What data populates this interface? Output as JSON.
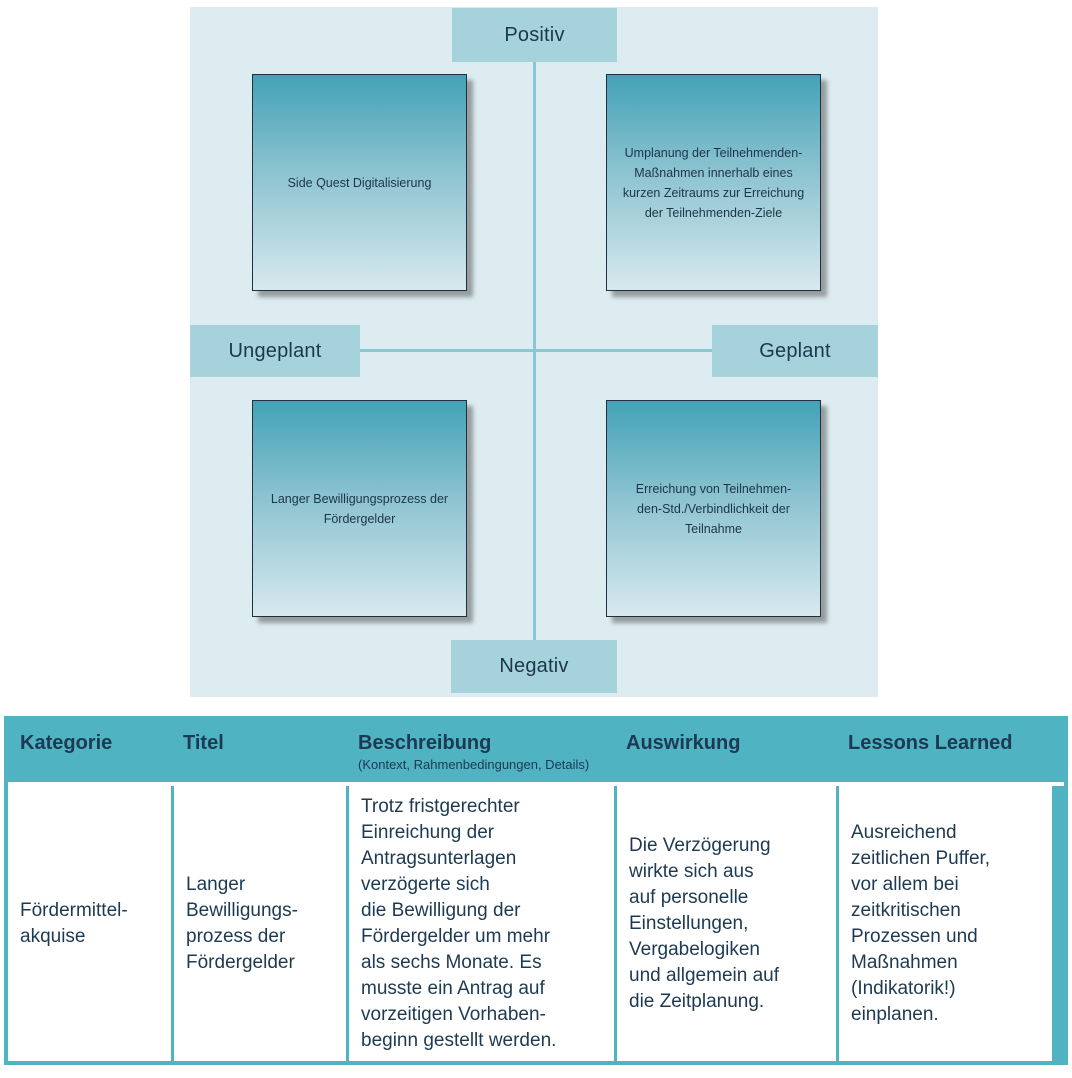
{
  "diagram": {
    "axes": {
      "top": "Positiv",
      "bottom": "Negativ",
      "left": "Ungeplant",
      "right": "Geplant"
    },
    "cards": {
      "top_left": "Side Quest Digitalisierung",
      "top_right": "Umplanung der Teilnehmenden-\nMaßnahmen innerhalb eines\nkurzen Zeitraums zur Erreichung\nder Teilnehmenden-Ziele",
      "bottom_left": "Langer Bewilligungsprozess der\nFördergelder",
      "bottom_right": "Erreichung von Teilnehmen-\nden-Std./Verbindlichkeit der\nTeilnahme"
    }
  },
  "table": {
    "headers": {
      "kategorie": "Kategorie",
      "titel": "Titel",
      "beschreibung": "Beschreibung",
      "beschreibung_sub": "(Kontext, Rahmenbedingungen, Details)",
      "auswirkung": "Auswirkung",
      "lessons": "Lessons Learned"
    },
    "rows": [
      {
        "kategorie": "Fördermittel-\nakquise",
        "titel": "Langer\nBewilligungs-\nprozess der\nFördergelder",
        "beschreibung": "Trotz fristgerechter\nEinreichung der\nAntragsunterlagen\nverzögerte sich\ndie Bewilligung der\nFördergelder um mehr\nals sechs Monate. Es\nmusste ein Antrag auf\nvorzeitigen Vorhaben-\nbeginn gestellt werden.",
        "auswirkung": "Die Verzögerung\nwirkte sich aus\nauf personelle\nEinstellungen,\nVergabelogiken\nund allgemein auf\ndie Zeitplanung.",
        "lessons": "Ausreichend\nzeitlichen Puffer,\nvor allem bei\nzeitkritischen\nProzessen und\nMaßnahmen\n(Indikatorik!)\neinplanen."
      }
    ]
  },
  "colors": {
    "page_background": "#ffffff",
    "diagram_background": "#dcecf0",
    "axis_label_background": "#a6d2dc",
    "axis_line": "#8cc8d2",
    "card_gradient_top": "#43a2b7",
    "card_gradient_bottom": "#d7e9ee",
    "card_border": "#21303f",
    "table_header_background": "#4fb3c1",
    "table_border": "#4fb3c1",
    "text_dark": "#1d3953"
  }
}
